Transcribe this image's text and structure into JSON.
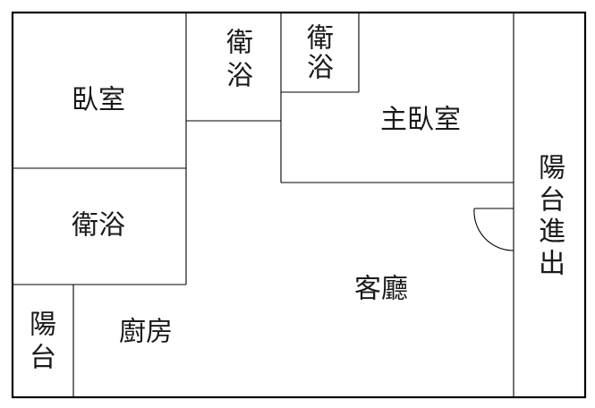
{
  "rooms": {
    "bedroom": "臥室",
    "bath_top": [
      "衛",
      "浴"
    ],
    "bath_small": [
      "衛",
      "浴"
    ],
    "master_bedroom": "主臥室",
    "bath_left": "衛浴",
    "living_room": "客廳",
    "kitchen": "廚房",
    "balcony": [
      "陽",
      "台"
    ],
    "balcony_exit": [
      "陽",
      "台",
      "進",
      "出"
    ]
  },
  "colors": {
    "wall": "#000000",
    "text": "#1a1a1a",
    "background": "#ffffff"
  }
}
